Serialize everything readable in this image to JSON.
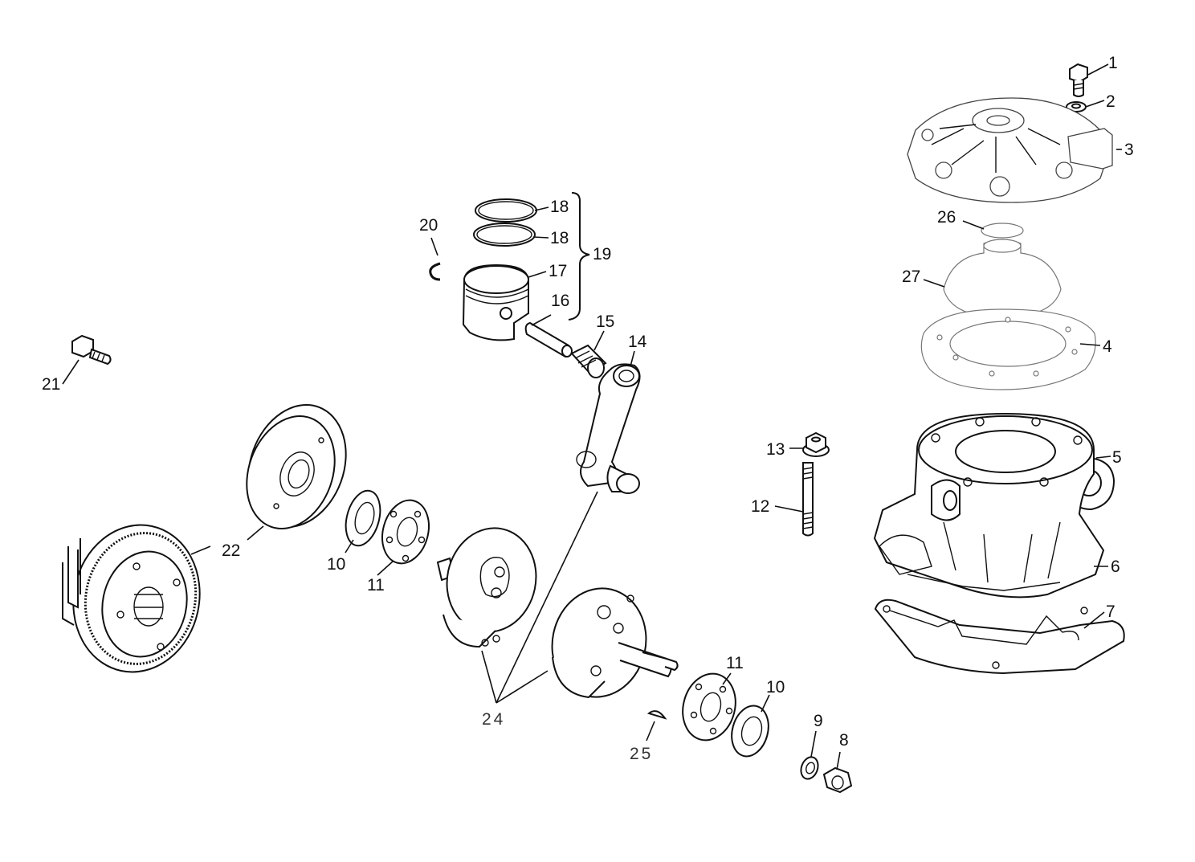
{
  "labels": {
    "l1": "1",
    "l2": "2",
    "l3": "3",
    "l4": "4",
    "l5": "5",
    "l6": "6",
    "l7": "7",
    "l8": "8",
    "l9": "9",
    "l10a": "10",
    "l10b": "10",
    "l11a": "11",
    "l11b": "11",
    "l12": "12",
    "l13": "13",
    "l14": "14",
    "l15": "15",
    "l16": "16",
    "l17": "17",
    "l18a": "18",
    "l18b": "18",
    "l19": "19",
    "l20": "20",
    "l21": "21",
    "l22": "22",
    "l24": "24",
    "l25": "25",
    "l26": "26",
    "l27": "27"
  }
}
